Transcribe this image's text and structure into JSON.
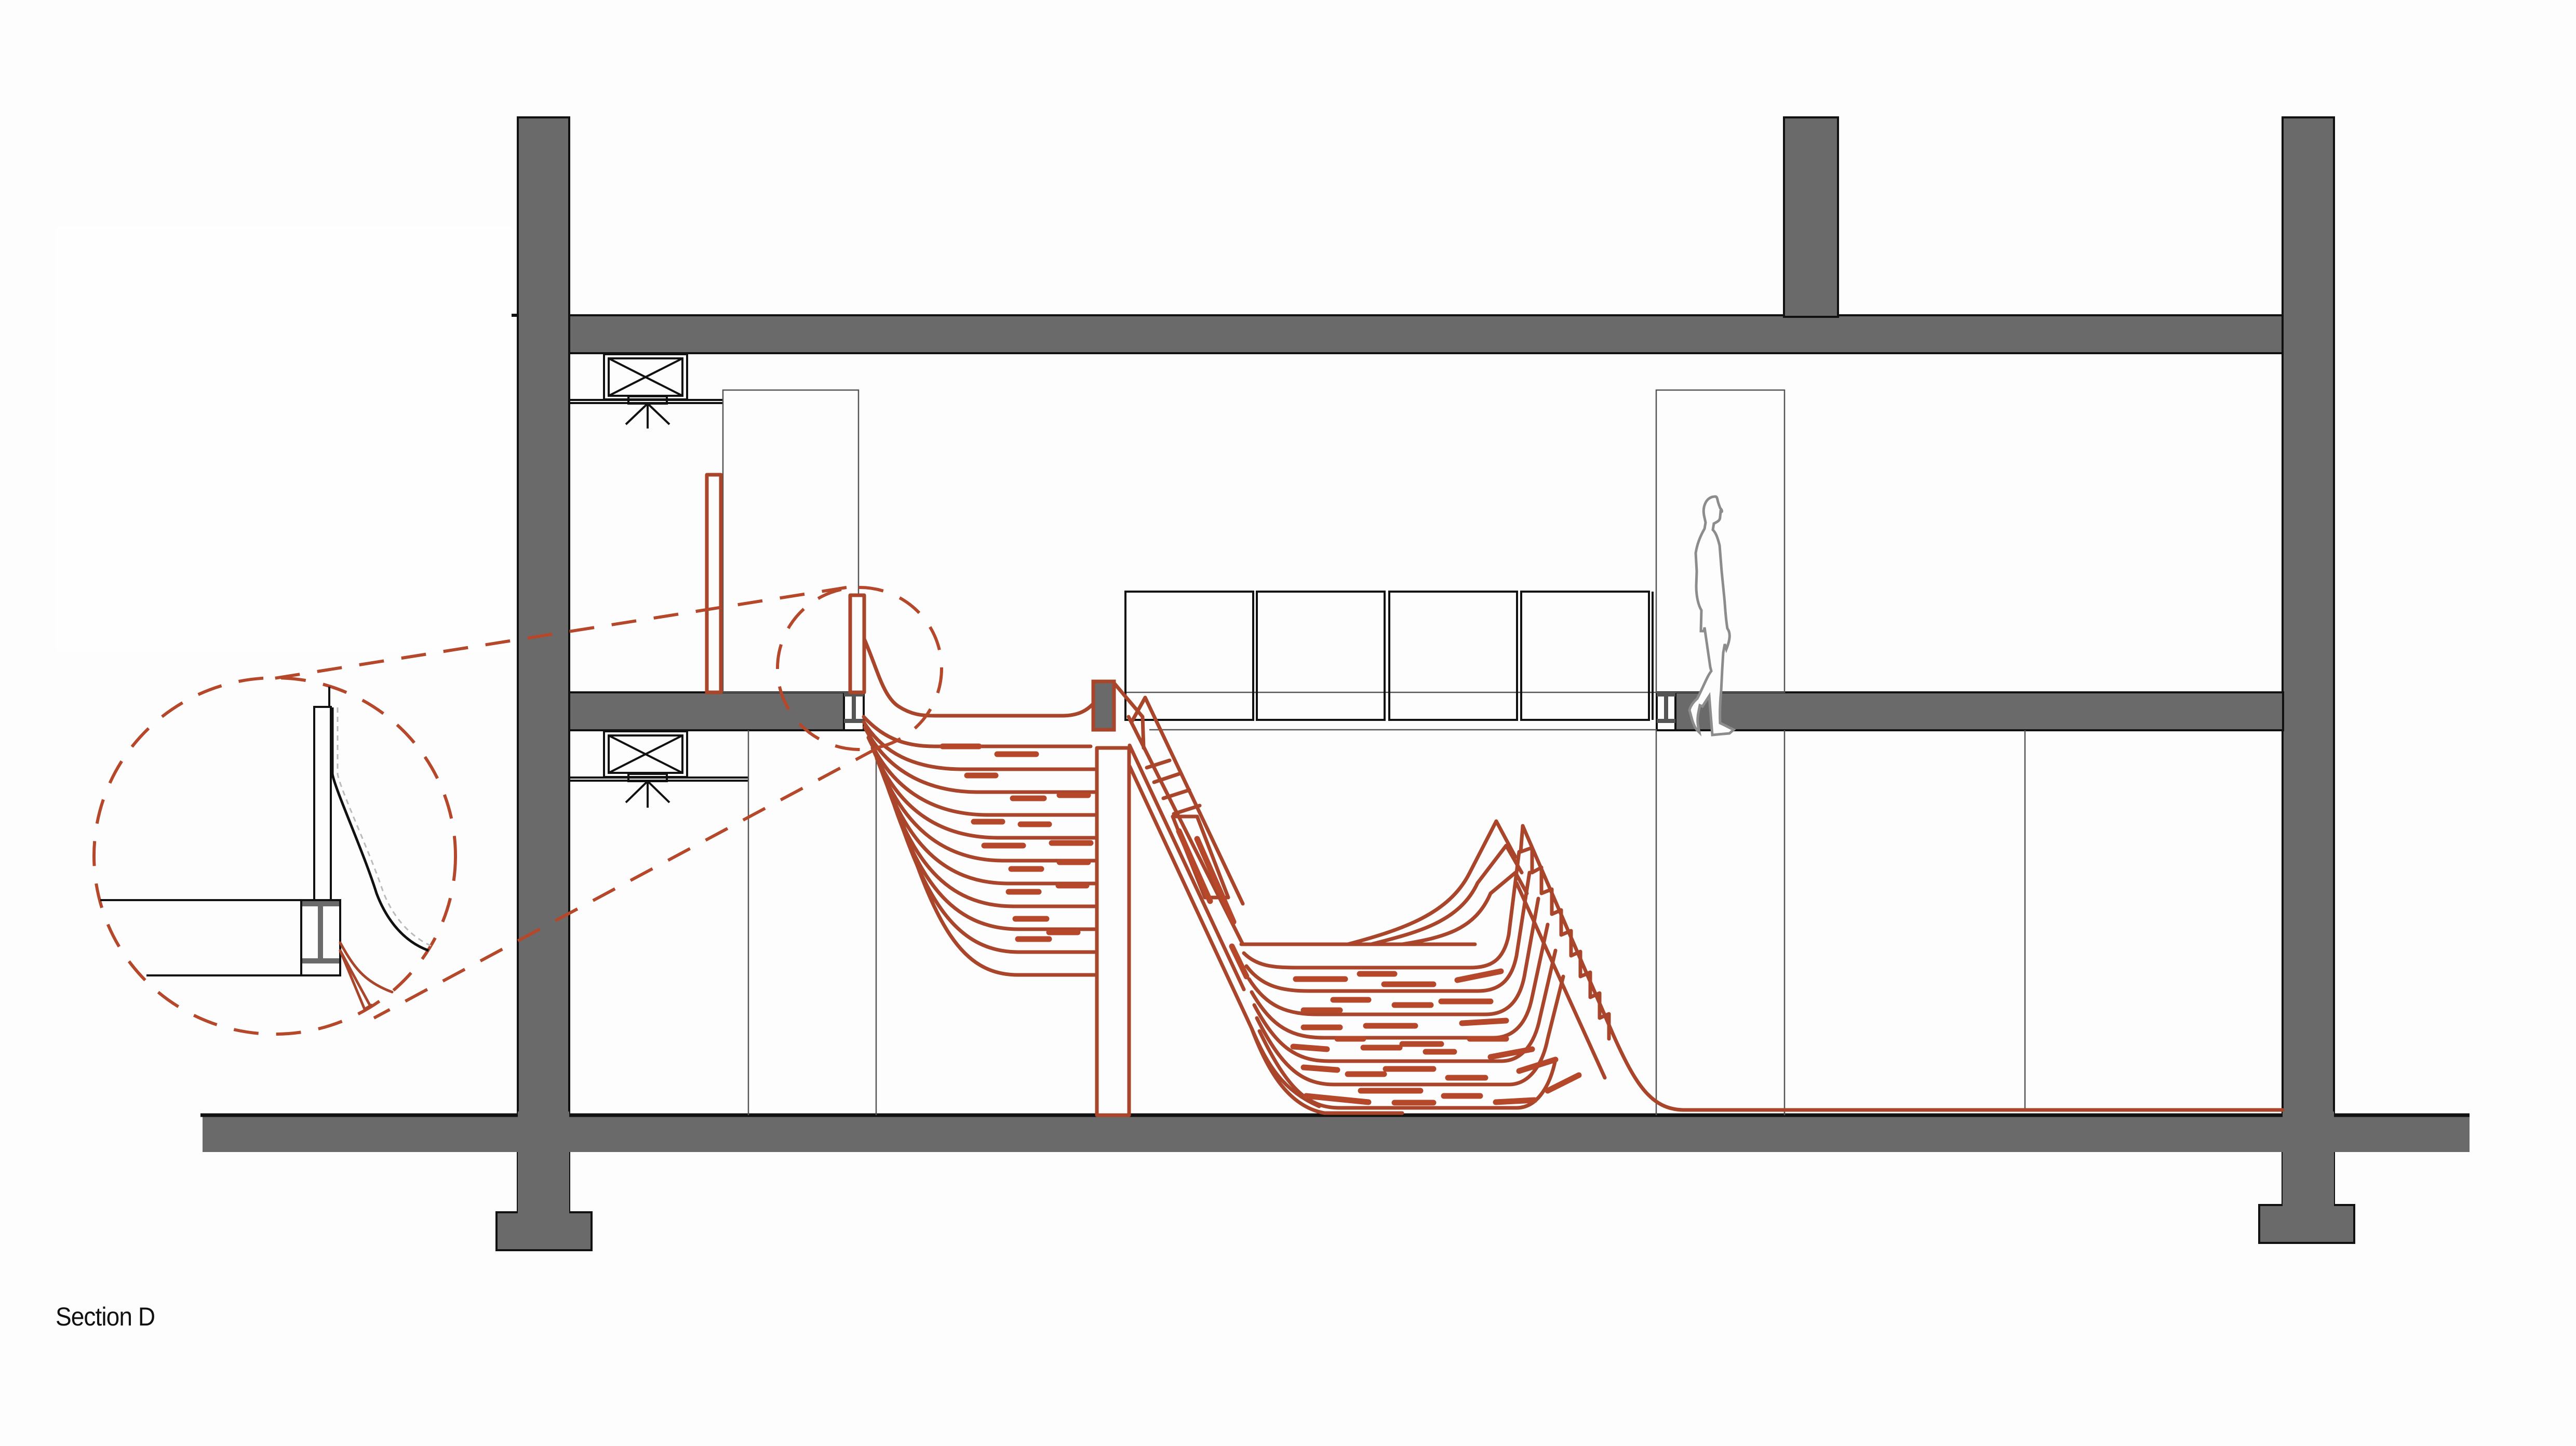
{
  "drawing": {
    "title": "Section D",
    "type": "architectural-section",
    "colors": {
      "concrete": "#6a6a6a",
      "outline": "#111111",
      "accent_timber": "#a9452a",
      "detail_dash": "#b5472a",
      "person": "#8c8c8c",
      "background": "#fdfdfd"
    },
    "elements": {
      "structure": [
        "left-column",
        "middle-column",
        "right-column",
        "roof-slab",
        "mid-floor-slab",
        "ground-slab",
        "left-footing",
        "right-footing"
      ],
      "fixtures": [
        "upper-light-fixture",
        "lower-light-fixture"
      ],
      "features": [
        "stepped-timber-seating-upper",
        "stepped-timber-seating-lower",
        "timber-stair",
        "glass-balustrade-panels",
        "human-scale-figure"
      ],
      "detail_callout": "enlarged-detail-bubble"
    },
    "balustrade_panel_count": 4
  }
}
